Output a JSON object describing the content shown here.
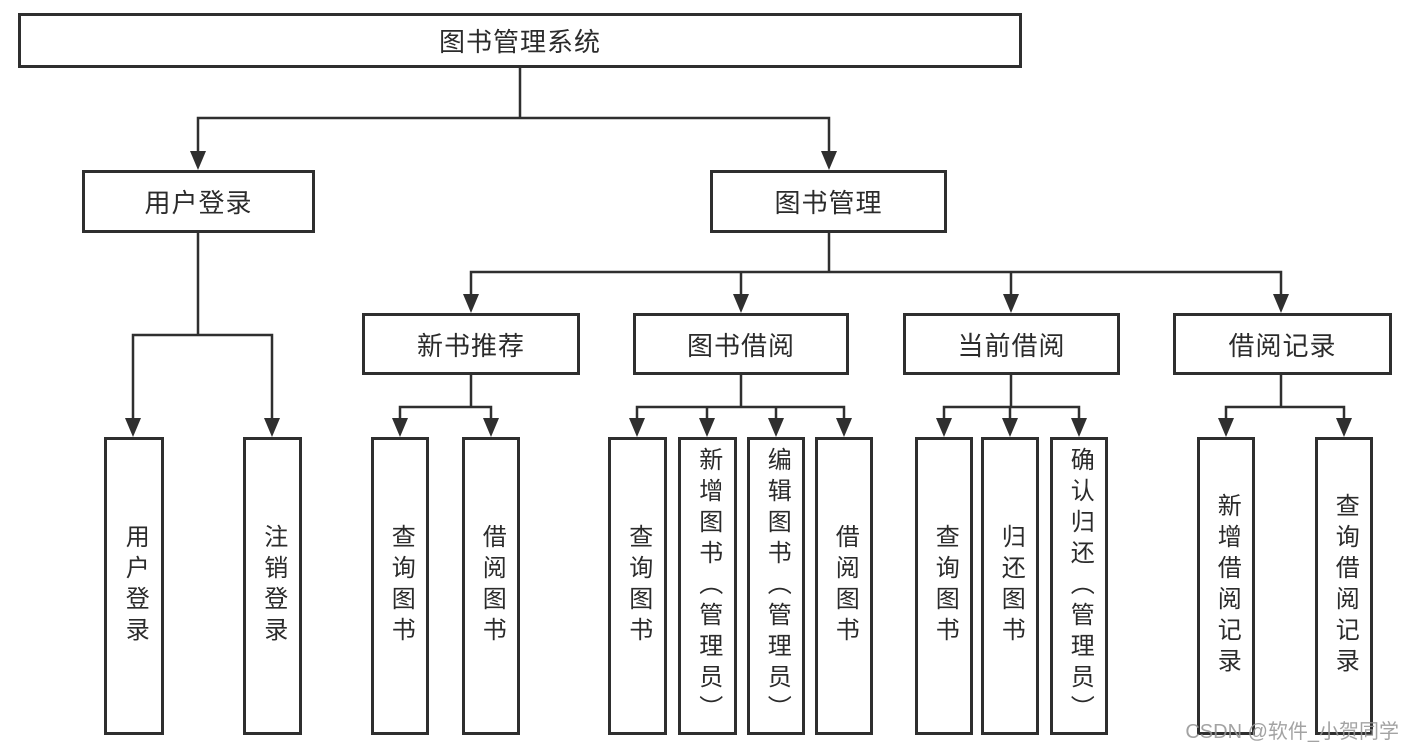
{
  "diagram": {
    "type": "tree",
    "root": "图书管理系统",
    "level2": [
      "用户登录",
      "图书管理"
    ],
    "level3": [
      "新书推荐",
      "图书借阅",
      "当前借阅",
      "借阅记录"
    ],
    "leaves": [
      "用户登录",
      "注销登录",
      "查询图书",
      "借阅图书",
      "查询图书",
      "新增图书（管理员）",
      "编辑图书（管理员）",
      "借阅图书",
      "查询图书",
      "归还图书",
      "确认归还（管理员）",
      "新增借阅记录",
      "查询借阅记录"
    ],
    "colors": {
      "stroke": "#2f2f2f",
      "text": "#2b2b2b",
      "background": "#ffffff",
      "watermark": "#969696"
    }
  },
  "watermark": "CSDN @软件_小贺同学"
}
